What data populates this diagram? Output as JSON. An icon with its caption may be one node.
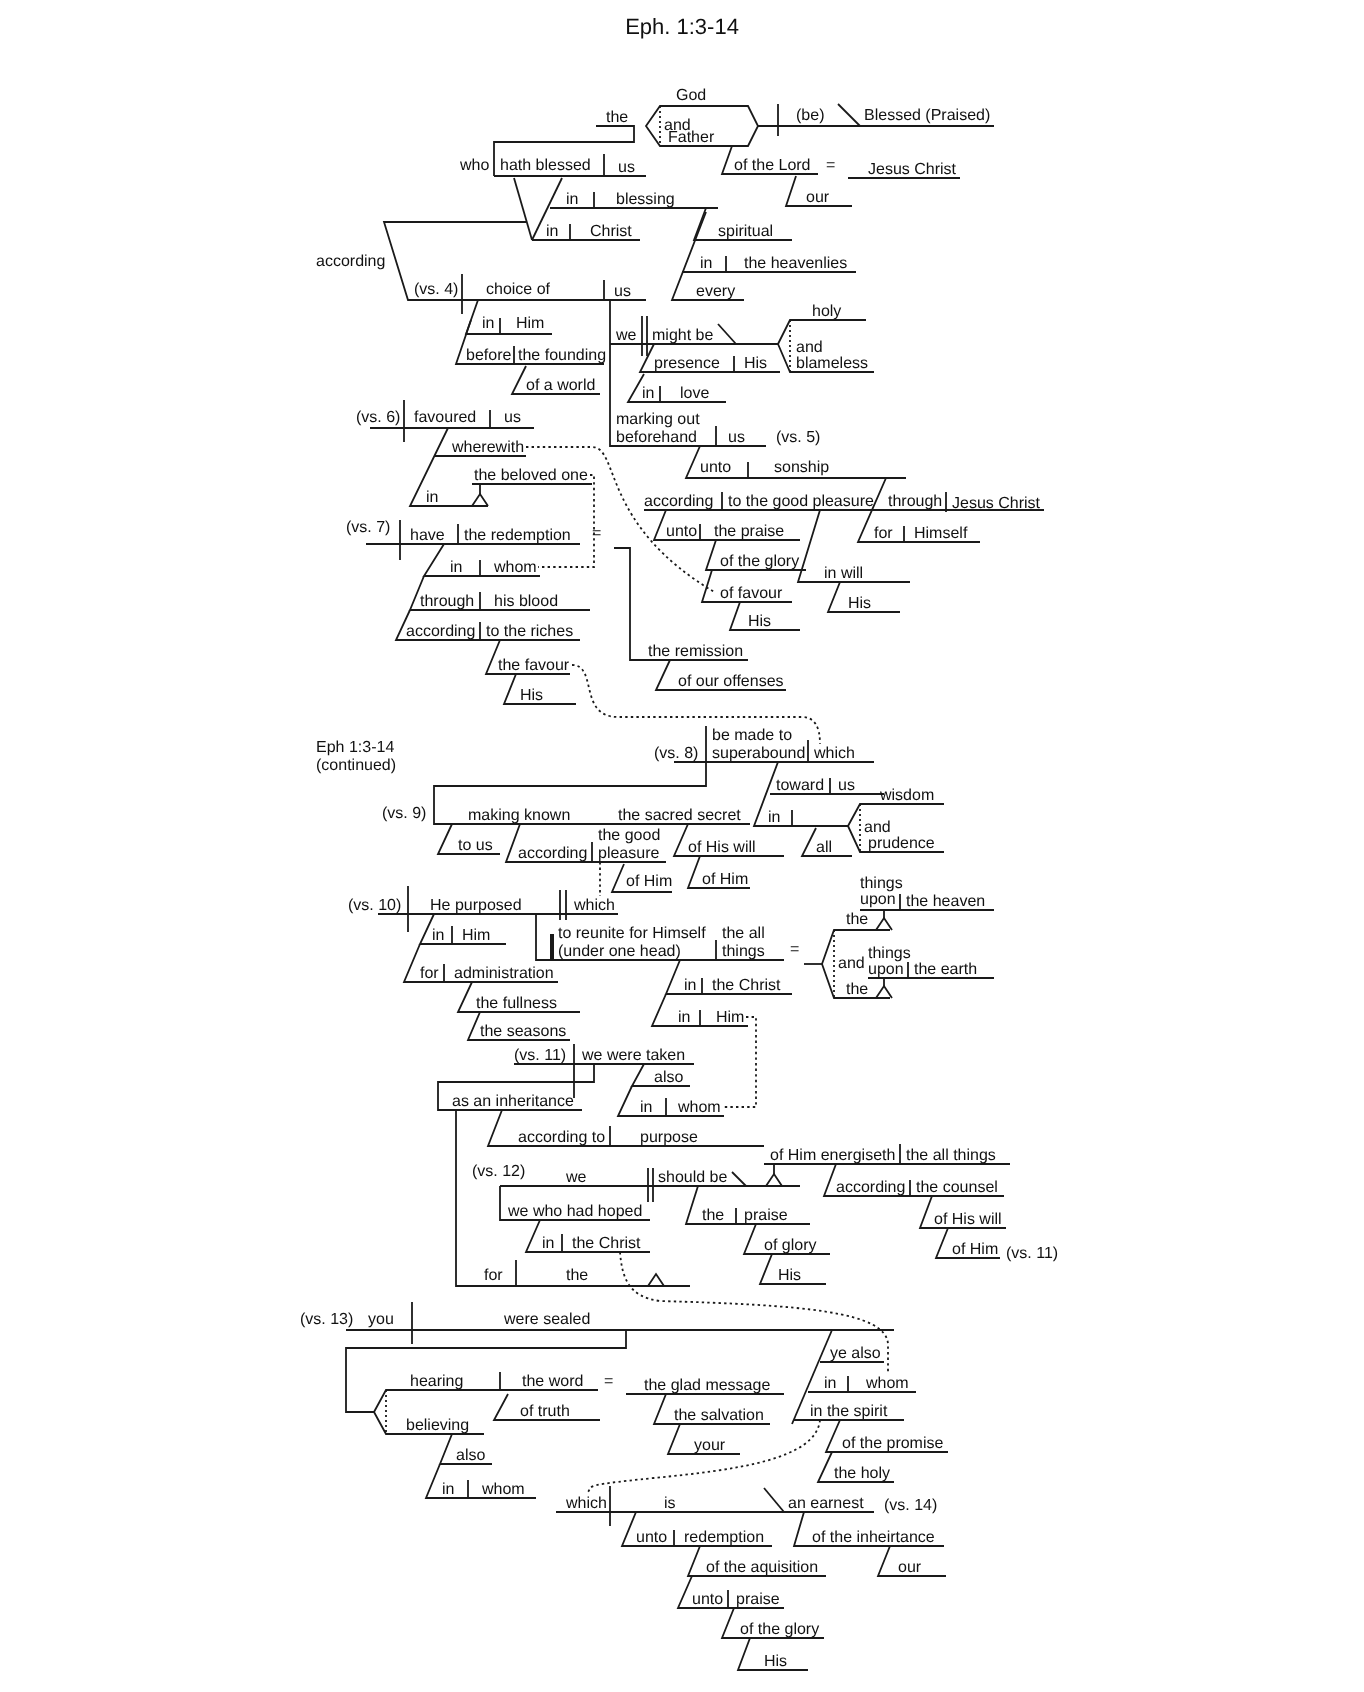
{
  "diagram": {
    "title": "Eph. 1:3-14",
    "nodes": [
      {
        "text": [
          "wherewith"
        ]
      },
      {
        "text": [
          "the beloved one"
        ]
      },
      {
        "text": [
          "whom"
        ]
      },
      {
        "text": [
          "of favour"
        ]
      },
      {
        "text": [
          "the favour"
        ]
      },
      {
        "text": [
          "which"
        ]
      },
      {
        "text": [
          "the good pleasure"
        ]
      },
      {
        "text": [
          "which"
        ]
      },
      {
        "text": [
          "Him"
        ]
      },
      {
        "text": [
          "whom"
        ]
      },
      {
        "text": [
          "the Christ"
        ]
      },
      {
        "text": [
          "whom"
        ]
      },
      {
        "text": [
          "in the spirit"
        ]
      },
      {
        "text": [
          "which"
        ]
      }
    ],
    "edges": [
      {
        "from": 0,
        "to": 3,
        "arrow": "none",
        "style": "dashed"
      },
      {
        "from": 1,
        "to": 2,
        "arrow": "none",
        "style": "dashed"
      },
      {
        "from": 4,
        "to": 5,
        "arrow": "none",
        "style": "dashed"
      },
      {
        "from": 6,
        "to": 7,
        "arrow": "none",
        "style": "dashed"
      },
      {
        "from": 8,
        "to": 9,
        "arrow": "none",
        "style": "dashed"
      },
      {
        "from": 10,
        "to": 11,
        "arrow": "none",
        "style": "dashed"
      },
      {
        "from": 12,
        "to": 13,
        "arrow": "none",
        "style": "dashed"
      }
    ],
    "labels": [
      "God",
      "the",
      "(be)",
      "Blessed (Praised)",
      "and",
      "Father",
      "who",
      "hath blessed",
      "us",
      "of the Lord",
      "=",
      "Jesus Christ",
      "in",
      "blessing",
      "our",
      "in",
      "Christ",
      "spiritual",
      "according",
      "in",
      "the heavenlies",
      "(vs. 4)",
      "choice of",
      "us",
      "every",
      "holy",
      "in",
      "Him",
      "we",
      "might be",
      "and",
      "before",
      "the founding",
      "presence",
      "His",
      "blameless",
      "of a world",
      "in",
      "love",
      "(vs. 6)",
      "favoured",
      "us",
      "marking out beforehand",
      "us",
      "(vs. 5)",
      "unto",
      "sonship",
      "in",
      "according",
      "to the good pleasure",
      "through",
      "Jesus Christ",
      "(vs. 7)",
      "have",
      "the redemption",
      "=",
      "unto",
      "the praise",
      "for",
      "Himself",
      "in",
      "of the glory",
      "in will",
      "through",
      "his blood",
      "His",
      "His",
      "according",
      "to the riches",
      "the remission",
      "of our offenses",
      "His",
      "Eph 1:3-14 (continued)",
      "(vs. 8)",
      "be made to superabound",
      "toward",
      "us",
      "wisdom",
      "(vs. 9)",
      "making known",
      "the sacred secret",
      "in",
      "and",
      "to us",
      "of His will",
      "all",
      "prudence",
      "according",
      "of Him",
      "of Him",
      "things",
      "(vs. 10)",
      "He purposed",
      "upon",
      "the heaven",
      "the",
      "in",
      "Him",
      "to reunite for Himself (under one head)",
      "the all things",
      "=",
      "things",
      "and",
      "for",
      "administration",
      "upon",
      "the earth",
      "in",
      "the Christ",
      "the",
      "the fullness",
      "in",
      "the seasons",
      "(vs. 11)",
      "we were taken",
      "also",
      "as an inheritance",
      "in",
      "according to",
      "purpose",
      "of Him energiseth",
      "the all things",
      "(vs. 12)",
      "we",
      "should be",
      "according",
      "the counsel",
      "we who had hoped",
      "the",
      "praise",
      "of His will",
      "in",
      "of glory",
      "of Him",
      "(vs. 11)",
      "for",
      "the",
      "His",
      "(vs. 13)",
      "you",
      "were sealed",
      "ye also",
      "hearing",
      "the word",
      "=",
      "the glad message",
      "in",
      "of truth",
      "the salvation",
      "believing",
      "also",
      "your",
      "of the promise",
      "the holy",
      "in",
      "whom",
      "is",
      "an earnest",
      "(vs. 14)",
      "unto",
      "redemption",
      "of the inheirtance",
      "of the aquisition",
      "our",
      "unto",
      "praise",
      "of the glory",
      "His"
    ]
  }
}
